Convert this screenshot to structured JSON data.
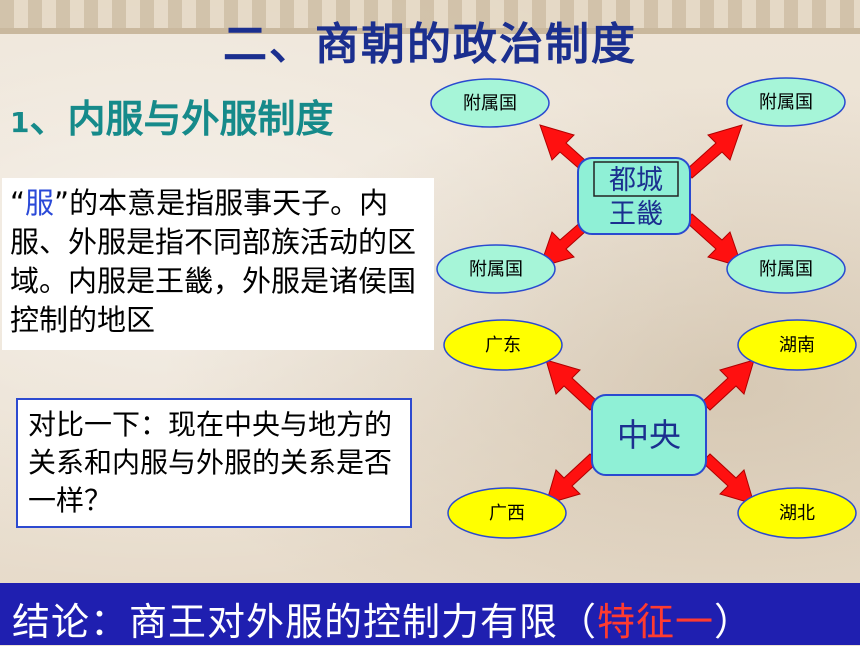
{
  "title": "二、商朝的政治制度",
  "subtitle": {
    "number": "1",
    "separator": "、",
    "text": "内服与外服制度"
  },
  "definition": {
    "quote_open": "“",
    "keyword": "服",
    "rest": "”的本意是指服事天子。内服、外服是指不同部族活动的区域。内服是王畿，外服是诸侯国控制的地区"
  },
  "question": "对比一下：现在中央与地方的关系和内服与外服的关系是否一样？",
  "conclusion": {
    "text": "结论：商王对外服的控制力有限（",
    "highlight": "特征一",
    "close": "）"
  },
  "diagram_shang": {
    "center_top": "都城",
    "center_bottom": "王畿",
    "satellites": [
      "附属国",
      "附属国",
      "附属国",
      "附属国"
    ]
  },
  "diagram_modern": {
    "center": "中央",
    "satellites": [
      "广东",
      "湖南",
      "广西",
      "湖北"
    ]
  },
  "colors": {
    "title": "#1b2f8f",
    "subtitle": "#168a8a",
    "center_fill": "#8ff0d6",
    "shang_satellite_fill": "#a6f5d8",
    "modern_satellite_fill": "#ffff00",
    "arrow": "#ff1010",
    "conclusion_bg": "#1f1fb0",
    "highlight": "#ff3b2f"
  }
}
